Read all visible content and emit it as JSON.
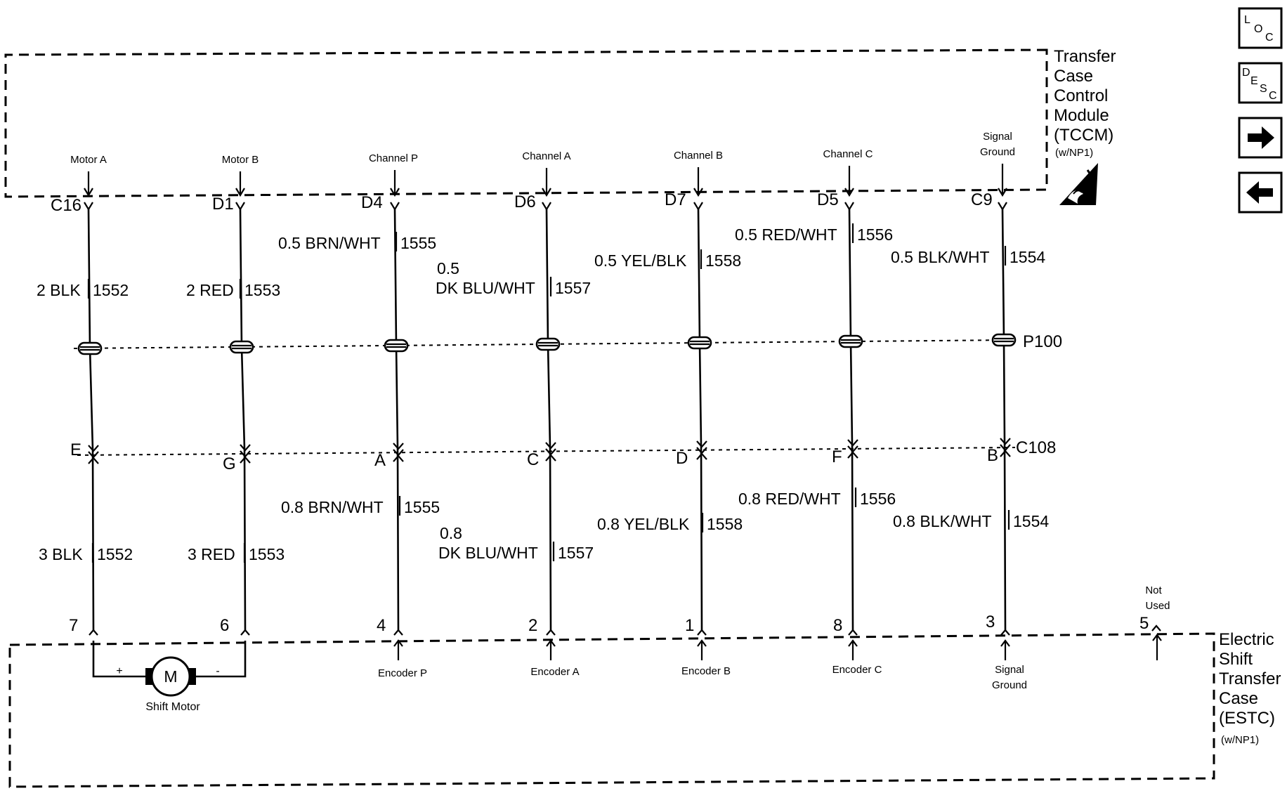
{
  "tccm": {
    "title_lines": [
      "Transfer",
      "Case",
      "Control",
      "Module",
      "(TCCM)"
    ],
    "note": "(w/NP1)"
  },
  "estc": {
    "title_lines": [
      "Electric",
      "Shift",
      "Transfer",
      "Case",
      "(ESTC)"
    ],
    "note": "(w/NP1)"
  },
  "p100": "P100",
  "c108": "C108",
  "circuits": [
    {
      "id": "a",
      "top_label": [
        "Motor A"
      ],
      "top_pin": "C16",
      "top_color": [
        "2 BLK"
      ],
      "top_circuit": "1552",
      "mid_pin": "E",
      "bot_color": [
        "3 BLK"
      ],
      "bot_circuit": "1552",
      "bot_pin": "7",
      "bottom_label": []
    },
    {
      "id": "b",
      "top_label": [
        "Motor B"
      ],
      "top_pin": "D1",
      "top_color": [
        "2 RED"
      ],
      "top_circuit": "1553",
      "mid_pin": "G",
      "bot_color": [
        "3 RED"
      ],
      "bot_circuit": "1553",
      "bot_pin": "6",
      "bottom_label": []
    },
    {
      "id": "p",
      "top_label": [
        "Channel P"
      ],
      "top_pin": "D4",
      "top_color": [
        "0.5 BRN/WHT"
      ],
      "top_circuit": "1555",
      "mid_pin": "A",
      "bot_color": [
        "0.8 BRN/WHT"
      ],
      "bot_circuit": "1555",
      "bot_pin": "4",
      "bottom_label": [
        "Encoder P"
      ]
    },
    {
      "id": "ca",
      "top_label": [
        "Channel A"
      ],
      "top_pin": "D6",
      "top_color": [
        "0.5",
        "DK BLU/WHT"
      ],
      "top_circuit": "1557",
      "mid_pin": "C",
      "bot_color": [
        "0.8",
        "DK BLU/WHT"
      ],
      "bot_circuit": "1557",
      "bot_pin": "2",
      "bottom_label": [
        "Encoder A"
      ]
    },
    {
      "id": "cb",
      "top_label": [
        "Channel B"
      ],
      "top_pin": "D7",
      "top_color": [
        "0.5 YEL/BLK"
      ],
      "top_circuit": "1558",
      "mid_pin": "D",
      "bot_color": [
        "0.8 YEL/BLK"
      ],
      "bot_circuit": "1558",
      "bot_pin": "1",
      "bottom_label": [
        "Encoder B"
      ]
    },
    {
      "id": "cc",
      "top_label": [
        "Channel C"
      ],
      "top_pin": "D5",
      "top_color": [
        "0.5 RED/WHT"
      ],
      "top_circuit": "1556",
      "mid_pin": "F",
      "bot_color": [
        "0.8 RED/WHT"
      ],
      "bot_circuit": "1556",
      "bot_pin": "8",
      "bottom_label": [
        "Encoder C"
      ]
    },
    {
      "id": "sg",
      "top_label": [
        "Signal",
        "Ground"
      ],
      "top_pin": "C9",
      "top_color": [
        "0.5 BLK/WHT"
      ],
      "top_circuit": "1554",
      "mid_pin": "B",
      "bot_color": [
        "0.8 BLK/WHT"
      ],
      "bot_circuit": "1554",
      "bot_pin": "3",
      "bottom_label": [
        "Signal",
        "Ground"
      ]
    }
  ],
  "not_used": {
    "lines": [
      "Not",
      "Used"
    ],
    "pin": "5"
  },
  "motor": {
    "symbol": "M",
    "label": "Shift Motor",
    "plus": "+",
    "minus": "-"
  },
  "nav": {
    "loc_button": {
      "letters": [
        "L",
        "O",
        "C"
      ]
    },
    "desc_button": {
      "letters": [
        "D",
        "E",
        "S",
        "C"
      ]
    },
    "next_icon": "arrow-right-icon",
    "prev_icon": "arrow-left-icon"
  },
  "esd_icon": "esd-sensitive-icon"
}
